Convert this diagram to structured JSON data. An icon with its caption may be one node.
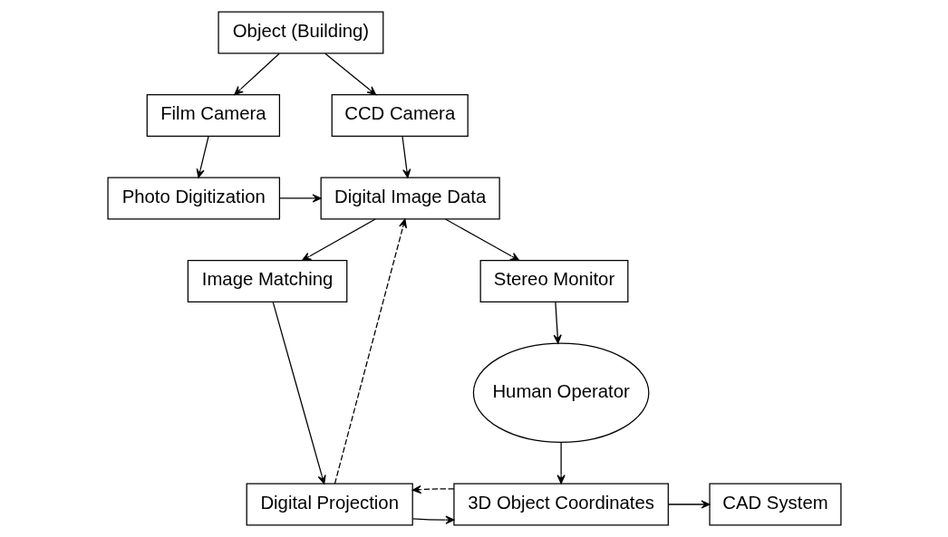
{
  "diagram": {
    "nodes": [
      {
        "text": [
          "Object (Building)"
        ]
      },
      {
        "text": [
          "CCD Camera"
        ]
      },
      {
        "text": [
          "Film Camera"
        ]
      },
      {
        "text": [
          "Photo Digitization"
        ]
      },
      {
        "text": [
          "Digital Image Data"
        ]
      },
      {
        "text": [
          "Image Matching"
        ]
      },
      {
        "text": [
          "Stereo Monitor"
        ]
      },
      {
        "text": [
          "3D Object Coordinates"
        ]
      },
      {
        "text": [
          "Digital Projection"
        ]
      },
      {
        "text": [
          "CAD System"
        ]
      },
      {
        "text": [
          "Human Operator"
        ]
      }
    ],
    "edges": [
      {
        "from": 0,
        "to": 1,
        "arrow": "to"
      },
      {
        "from": 0,
        "to": 2,
        "arrow": "to"
      },
      {
        "from": 1,
        "to": 4,
        "arrow": "to"
      },
      {
        "from": 2,
        "to": 3,
        "arrow": "to"
      },
      {
        "from": 3,
        "to": 4,
        "arrow": "to"
      },
      {
        "from": 4,
        "to": 5,
        "arrow": "to"
      },
      {
        "from": 4,
        "to": 6,
        "arrow": "to"
      },
      {
        "from": 5,
        "to": 8,
        "arrow": "to"
      },
      {
        "from": 8,
        "to": 4,
        "arrow": "to",
        "style": "dashed"
      },
      {
        "from": 8,
        "to": 7,
        "arrow": "to"
      },
      {
        "from": 7,
        "to": 8,
        "arrow": "to",
        "style": "dashed"
      },
      {
        "from": 7,
        "to": 9,
        "arrow": "to"
      },
      {
        "from": 6,
        "to": 10,
        "arrow": "to"
      },
      {
        "from": 10,
        "to": 7,
        "arrow": "to"
      }
    ]
  }
}
